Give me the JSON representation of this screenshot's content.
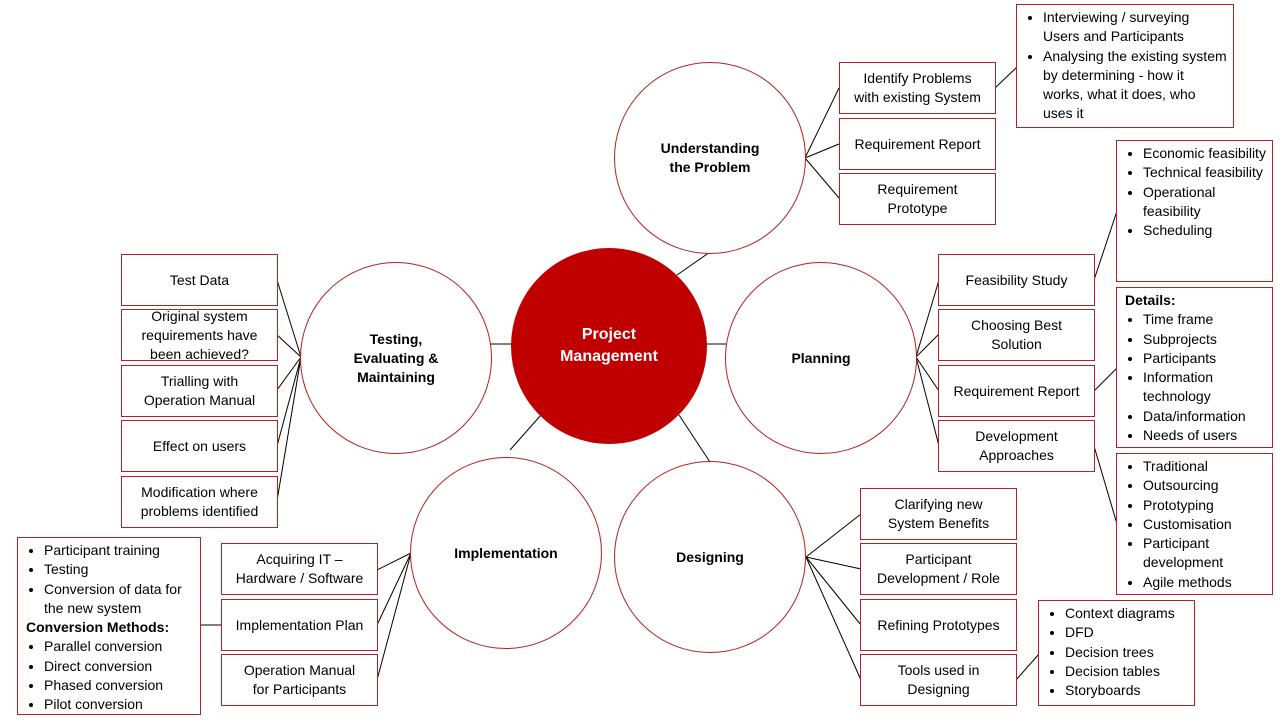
{
  "center": {
    "label": "Project\nManagement"
  },
  "hubs": {
    "understanding": "Understanding\nthe Problem",
    "planning": "Planning",
    "designing": "Designing",
    "implementation": "Implementation",
    "testing": "Testing,\nEvaluating &\nMaintaining"
  },
  "understanding": {
    "boxes": [
      "Identify Problems\nwith existing System",
      "Requirement Report",
      "Requirement\nPrototype"
    ],
    "details": [
      "Interviewing / surveying Users and Participants",
      "Analysing the existing system by determining - how it works, what it does, who uses it"
    ]
  },
  "planning": {
    "boxes": [
      "Feasibility Study",
      "Choosing Best\nSolution",
      "Requirement Report",
      "Development\nApproaches"
    ],
    "feasibility": [
      "Economic feasibility",
      "Technical feasibility",
      "Operational feasibility",
      "Scheduling"
    ],
    "details_header": "Details:",
    "details": [
      "Time frame",
      "Subprojects",
      "Participants",
      "Information technology",
      "Data/information",
      "Needs of users"
    ],
    "approaches": [
      "Traditional",
      "Outsourcing",
      "Prototyping",
      "Customisation",
      "Participant development",
      "Agile methods"
    ]
  },
  "designing": {
    "boxes": [
      "Clarifying new\nSystem Benefits",
      "Participant\nDevelopment / Role",
      "Refining Prototypes",
      "Tools used in\nDesigning"
    ],
    "tools": [
      "Context diagrams",
      "DFD",
      "Decision trees",
      "Decision tables",
      "Storyboards"
    ]
  },
  "implementation": {
    "boxes": [
      "Acquiring IT –\nHardware / Software",
      "Implementation Plan",
      "Operation Manual\nfor Participants"
    ],
    "list1": [
      "Participant training",
      "Testing",
      "Conversion of data for the new system"
    ],
    "methods_header": "Conversion Methods:",
    "methods": [
      "Parallel conversion",
      "Direct conversion",
      "Phased conversion",
      "Pilot conversion"
    ]
  },
  "testing": {
    "boxes": [
      "Test Data",
      "Original system\nrequirements have\nbeen achieved?",
      "Trialling with\nOperation Manual",
      "Effect on users",
      "Modification where\nproblems identified"
    ]
  },
  "colors": {
    "accent": "#c00000",
    "border": "#b22222"
  }
}
